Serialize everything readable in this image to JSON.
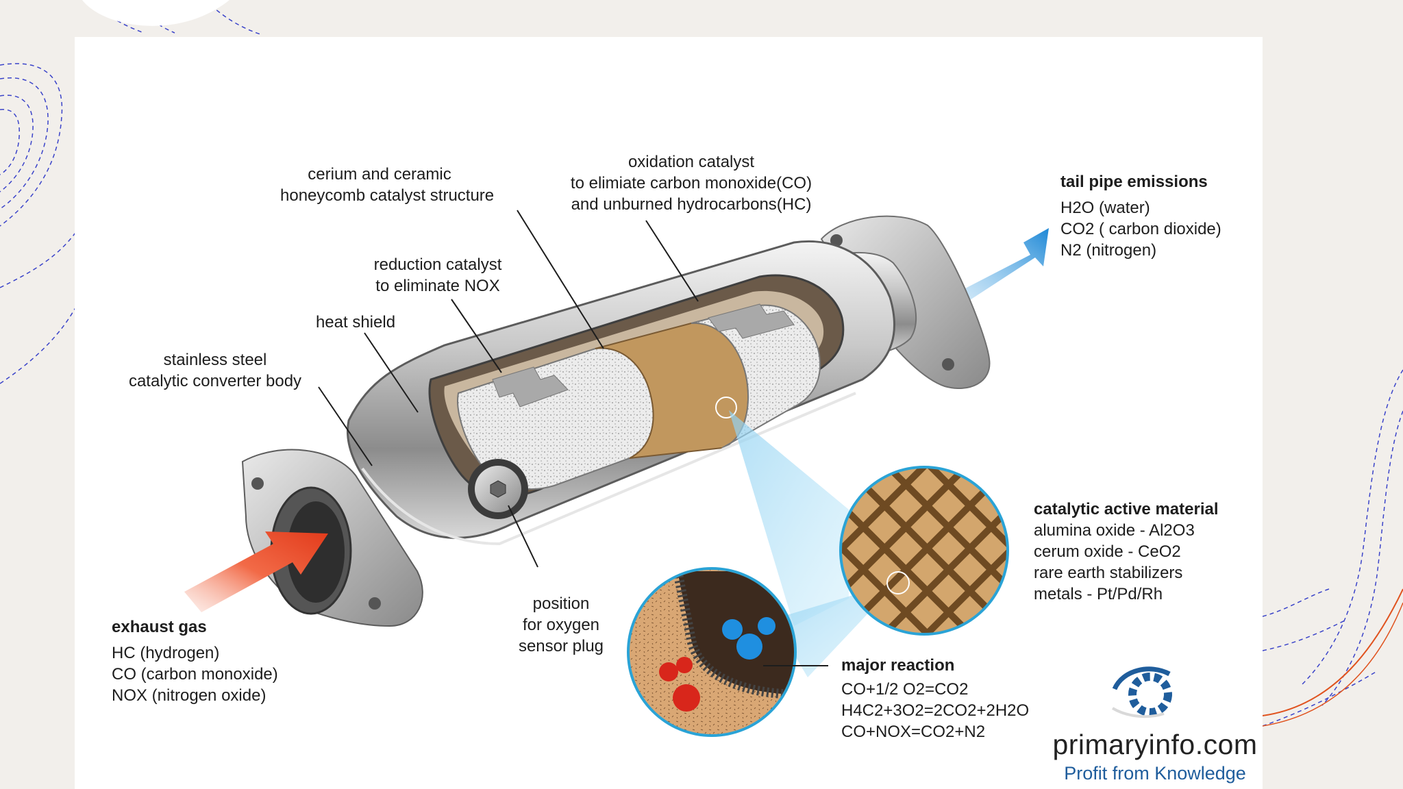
{
  "slide": {
    "accent_blue": "#3a43c9",
    "accent_orange": "#e0531f"
  },
  "labels": {
    "cerium": [
      "cerium and ceramic",
      "honeycomb catalyst structure"
    ],
    "oxidation": [
      "oxidation catalyst",
      "to elimiate carbon monoxide(CO)",
      "and unburned hydrocarbons(HC)"
    ],
    "reduction": [
      "reduction catalyst",
      "to eliminate NOX"
    ],
    "heat_shield": [
      "heat shield"
    ],
    "body": [
      "stainless steel",
      "catalytic converter body"
    ],
    "sensor": [
      "position",
      "for oxygen",
      "sensor plug"
    ]
  },
  "tail_pipe": {
    "heading": "tail pipe emissions",
    "lines": [
      "H2O (water)",
      "CO2 ( carbon dioxide)",
      "N2 (nitrogen)"
    ]
  },
  "exhaust": {
    "heading": "exhaust gas",
    "lines": [
      "HC (hydrogen)",
      "CO (carbon monoxide)",
      "NOX (nitrogen oxide)"
    ]
  },
  "catalytic": {
    "heading": "catalytic active material",
    "lines": [
      "alumina oxide - Al2O3",
      "cerum oxide - CeO2",
      "rare earth stabilizers",
      "metals - Pt/Pd/Rh"
    ]
  },
  "reaction": {
    "heading": "major reaction",
    "lines": [
      "CO+1/2 O2=CO2",
      "H4C2+3O2=2CO2+2H2O",
      "CO+NOX=CO2+N2"
    ]
  },
  "logo": {
    "name": "primaryinfo.com",
    "tagline": "Profit from Knowledge",
    "icon": "gear-icon"
  }
}
